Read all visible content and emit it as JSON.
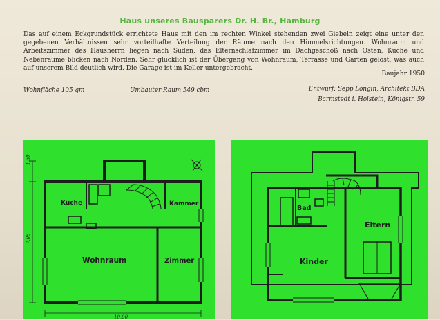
{
  "article": {
    "title": "Haus unseres Bausparers Dr. H. Br., Hamburg",
    "body": "Das auf einem Eckgrundstück errichtete Haus mit den im rechten Winkel stehenden zwei Giebeln zeigt eine unter den gegebenen Verhältnissen sehr vorteilhafte Verteilung der Räume nach den Himmelsrichtungen. Wohnraum und Arbeitszimmer des Hausherrn liegen nach Süden, das Elternschlafzimmer im Dachgeschoß nach Osten, Küche und Nebenräume blicken nach Norden. Sehr glücklich ist der Übergang von Wohnraum, Terrasse und Garten gelöst, was auch auf unserem Bild deutlich wird. Die Garage ist im Keller untergebracht.",
    "baujahr": "Baujahr 1950",
    "wohnflaeche": "Wohnfläche 105 qm",
    "umbauter_raum": "Umbauter Raum 549 cbm",
    "entwurf": "Entwurf: Sepp Longin, Architekt BDA",
    "adresse": "Barmstedt i. Holstein, Königstr. 59"
  },
  "plans": {
    "ground_floor": {
      "rooms": {
        "kueche": "Küche",
        "kammer": "Kammer",
        "wohnraum": "Wohnraum",
        "zimmer": "Zimmer"
      },
      "dimensions": {
        "depth_upper": "1,30",
        "depth_main": "7,05",
        "width": "10,00"
      }
    },
    "upper_floor": {
      "rooms": {
        "bad": "Bad",
        "eltern": "Eltern",
        "kinder": "Kinder"
      }
    }
  },
  "colors": {
    "title": "#55b43c",
    "plan_background": "#2fe12d",
    "paper": "#e9e3d3",
    "ink": "#1d1d1d"
  }
}
